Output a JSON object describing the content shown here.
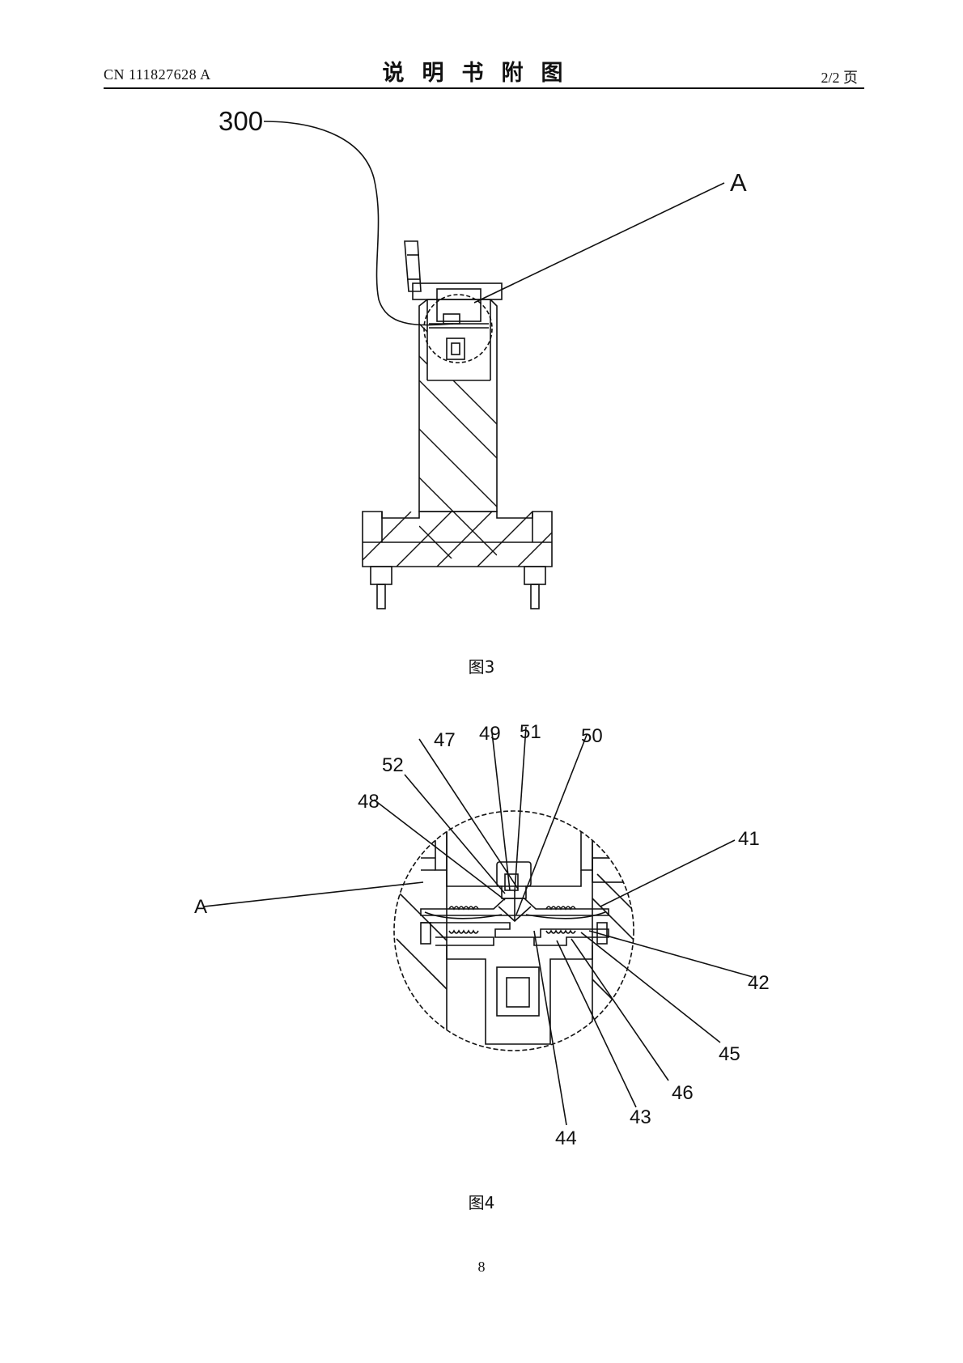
{
  "header": {
    "left": "CN 111827628 A",
    "title": "说明书附图",
    "right": "2/2 页"
  },
  "figure3": {
    "caption": "图3",
    "labels": {
      "part_300": "300",
      "detail_A": "A"
    }
  },
  "figure4": {
    "caption": "图4",
    "labels": {
      "l47": "47",
      "l49": "49",
      "l51": "51",
      "l50": "50",
      "l52": "52",
      "l48": "48",
      "l41": "41",
      "lA": "A",
      "l42": "42",
      "l45": "45",
      "l46": "46",
      "l43": "43",
      "l44": "44"
    }
  },
  "footer": {
    "page_number": "8"
  }
}
